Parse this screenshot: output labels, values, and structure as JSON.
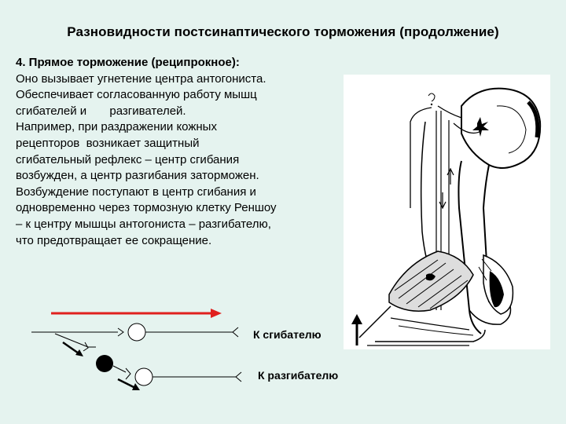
{
  "slide": {
    "title": "Разновидности постсинаптического торможения (продолжение)",
    "heading": "4. Прямое торможение (реципрокное):",
    "lines": [
      "Оно вызывает угнетение центра антогониста.",
      "Обеспечивает согласованную работу мышц",
      "сгибателей и       разгивателей.",
      "Например, при раздражении кожных",
      "рецепторов  возникает защитный",
      "сгибательный рефлекс – центр сгибания",
      "возбужден, а центр разгибания заторможен.",
      "Возбуждение поступают в центр сгибания и",
      "одновременно через тормозную клетку Реншоу",
      "– к центру мышцы антогониста – разгибателю,",
      "что предотвращает ее сокращение."
    ]
  },
  "diagram": {
    "to_flexor_label": "К сгибателю",
    "to_extensor_label": "К разгибателю",
    "arrow_color": "#e0201e",
    "neuron_color": "#ffffff",
    "inhibitory_cell_color": "#000000"
  }
}
